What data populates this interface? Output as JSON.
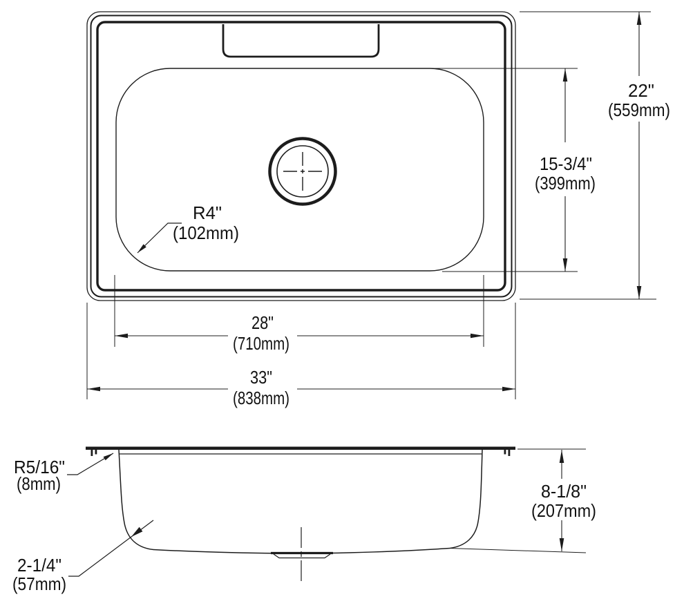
{
  "drawing": {
    "kind": "sink-technical-drawing",
    "line_color": "#1c1c1c",
    "background": "#ffffff"
  },
  "top_view": {
    "bowl_width": {
      "in": "28\"",
      "mm": "(710mm)"
    },
    "overall_width": {
      "in": "33\"",
      "mm": "(838mm)"
    },
    "bowl_front_to_back": {
      "in": "15-3/4\"",
      "mm": "(399mm)"
    },
    "overall_depth": {
      "in": "22\"",
      "mm": "(559mm)"
    },
    "bowl_corner_radius": {
      "in": "R4\"",
      "mm": "(102mm)"
    }
  },
  "side_view": {
    "rim_radius": {
      "in": "R5/16\"",
      "mm": "(8mm)"
    },
    "bottom_corner_radius": {
      "in": "2-1/4\"",
      "mm": "(57mm)"
    },
    "bowl_depth": {
      "in": "8-1/8\"",
      "mm": "(207mm)"
    }
  }
}
